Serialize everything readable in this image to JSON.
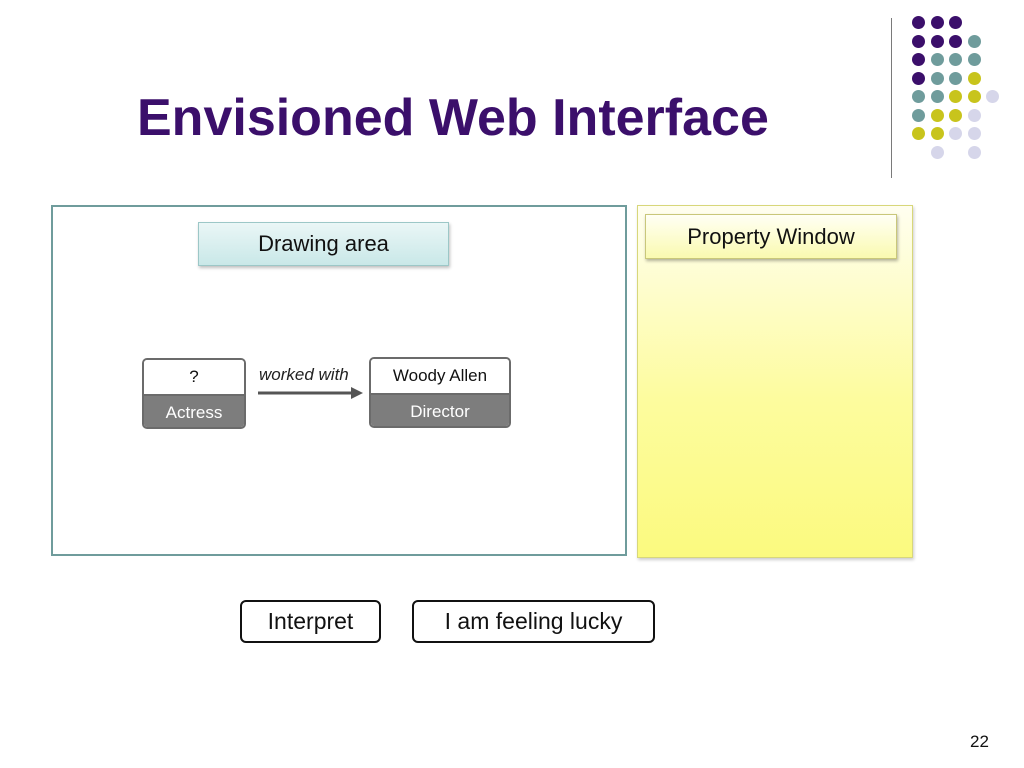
{
  "slide": {
    "title": "Envisioned Web Interface",
    "page_number": "22"
  },
  "drawing_area": {
    "label": "Drawing area",
    "nodes": [
      {
        "value": "?",
        "type": "Actress"
      },
      {
        "value": "Woody Allen",
        "type": "Director"
      }
    ],
    "edge": {
      "label": "worked with"
    }
  },
  "property_window": {
    "label": "Property Window"
  },
  "buttons": {
    "interpret": "Interpret",
    "lucky": "I am feeling lucky"
  },
  "colors": {
    "title": "#3b0f6b",
    "purple": "#3b0f6b",
    "teal": "#6f9c9c",
    "olive": "#c8c41c",
    "lavender": "#d6d6ea",
    "drawing_border": "#6f9c9c",
    "property_fill": "#fdfc9e",
    "node_type_fill": "#7d7d7d"
  }
}
